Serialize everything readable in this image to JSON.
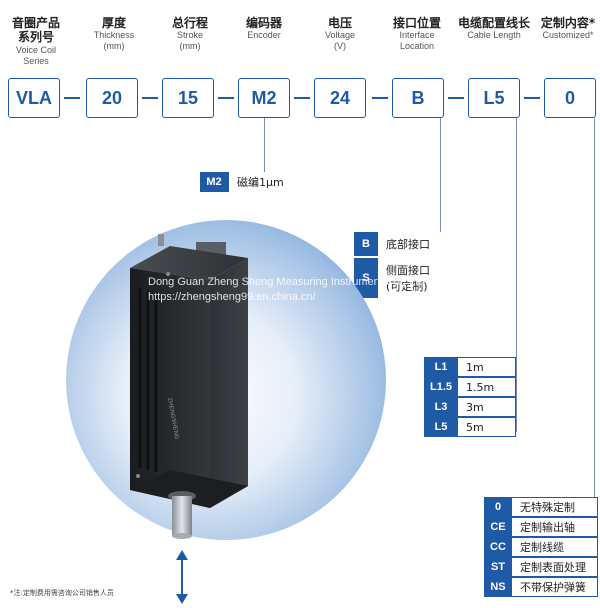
{
  "columns": [
    {
      "zh": "音圈产品",
      "zh2": "系列号",
      "en": "Voice Coil Series",
      "code": "VLA"
    },
    {
      "zh": "厚度",
      "en": "Thickness",
      "en2": "(mm)",
      "code": "20"
    },
    {
      "zh": "总行程",
      "en": "Stroke",
      "en2": "(mm)",
      "code": "15"
    },
    {
      "zh": "编码器",
      "en": "Encoder",
      "code": "M2"
    },
    {
      "zh": "电压",
      "en": "Voltage",
      "en2": "(V)",
      "code": "24"
    },
    {
      "zh": "接口位置",
      "en": "Interface",
      "en2": "Location",
      "code": "B"
    },
    {
      "zh": "电缆配置线长",
      "en": "Cable Length",
      "code": "L5"
    },
    {
      "zh": "定制内容*",
      "en": "Customized*",
      "code": "0"
    }
  ],
  "encoder_options": [
    {
      "key": "M2",
      "value": "磁编1μm"
    }
  ],
  "interface_options": [
    {
      "key": "B",
      "value": "底部接口"
    },
    {
      "key": "S",
      "value": "侧面接口",
      "value2": "(可定制)"
    }
  ],
  "cable_options": [
    {
      "key": "L1",
      "value": "1m"
    },
    {
      "key": "L1.5",
      "value": "1.5m"
    },
    {
      "key": "L3",
      "value": "3m"
    },
    {
      "key": "L5",
      "value": "5m"
    }
  ],
  "custom_options": [
    {
      "key": "0",
      "value": "无特殊定制"
    },
    {
      "key": "CE",
      "value": "定制输出轴"
    },
    {
      "key": "CC",
      "value": "定制线缆"
    },
    {
      "key": "ST",
      "value": "定制表面处理"
    },
    {
      "key": "NS",
      "value": "不带保护弹簧"
    }
  ],
  "watermark": {
    "line1": "Dong Guan Zheng Sheng Measuring Instrument Co., Ltd",
    "line2": "https://zhengsheng99.en.china.cn/"
  },
  "device": {
    "side_label": "ZHENGSHENG"
  },
  "footnote": "*注:定制费用需咨询公司销售人员",
  "colors": {
    "accent": "#1f5aa6",
    "line": "#7a8fb0"
  }
}
